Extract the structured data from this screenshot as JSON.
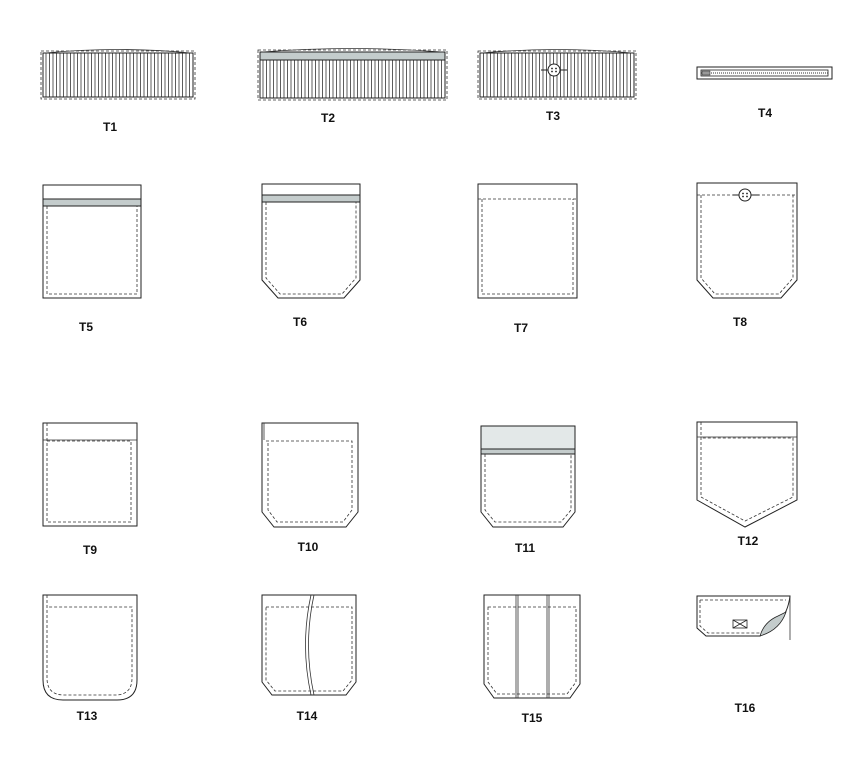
{
  "title": "Pocket types",
  "colors": {
    "band": "#c4cccc",
    "band_light": "#e3e8e8",
    "line": "#222222"
  },
  "pockets": [
    {
      "label": "T1"
    },
    {
      "label": "T2"
    },
    {
      "label": "T3"
    },
    {
      "label": "T4"
    },
    {
      "label": "T5"
    },
    {
      "label": "T6"
    },
    {
      "label": "T7"
    },
    {
      "label": "T8"
    },
    {
      "label": "T9"
    },
    {
      "label": "T10"
    },
    {
      "label": "T11"
    },
    {
      "label": "T12"
    },
    {
      "label": "T13"
    },
    {
      "label": "T14"
    },
    {
      "label": "T15"
    },
    {
      "label": "T16"
    }
  ]
}
